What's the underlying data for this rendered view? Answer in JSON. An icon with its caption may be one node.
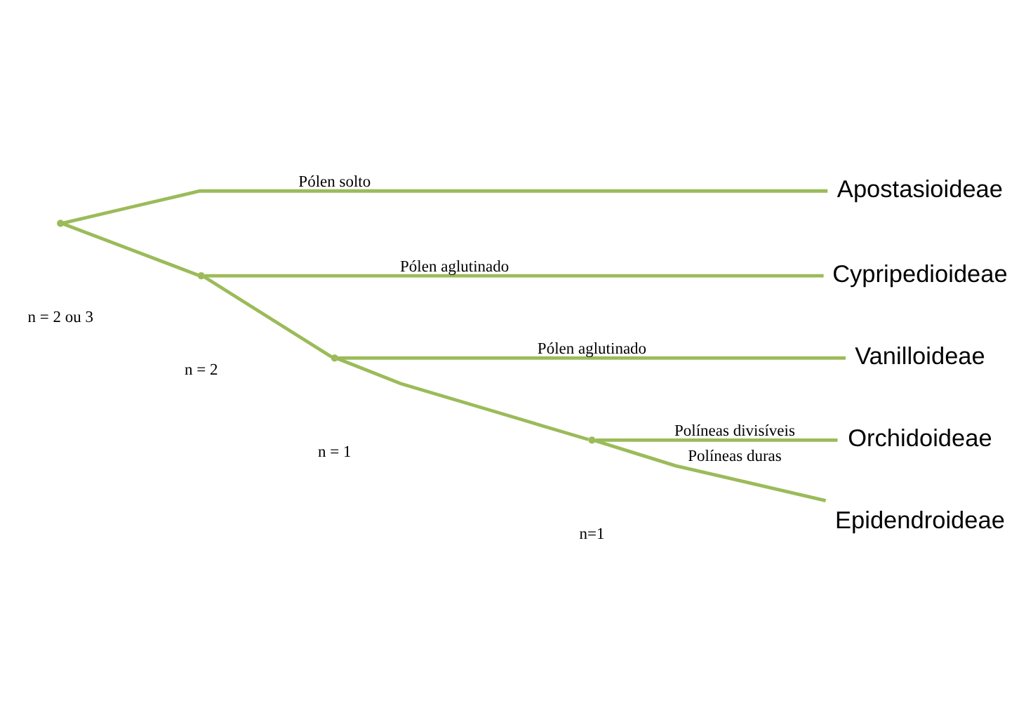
{
  "diagram": {
    "nodes": [
      {
        "text": [],
        "shape": "point"
      },
      {
        "text": [
          "Apostasioideae"
        ]
      },
      {
        "text": [],
        "shape": "point"
      },
      {
        "text": [
          "Cypripedioideae"
        ]
      },
      {
        "text": [],
        "shape": "point"
      },
      {
        "text": [
          "Vanilloideae"
        ]
      },
      {
        "text": [],
        "shape": "point"
      },
      {
        "text": [
          "Orchidoideae"
        ]
      },
      {
        "text": [
          "Epidendroideae"
        ]
      }
    ],
    "edges": [
      {
        "from": 0,
        "to": 1,
        "arrow": "none",
        "label": "Pólen solto"
      },
      {
        "from": 0,
        "to": 2,
        "arrow": "none"
      },
      {
        "from": 2,
        "to": 3,
        "arrow": "none",
        "label": "Pólen aglutinado"
      },
      {
        "from": 2,
        "to": 4,
        "arrow": "none"
      },
      {
        "from": 4,
        "to": 5,
        "arrow": "none",
        "label": "Pólen aglutinado"
      },
      {
        "from": 4,
        "to": 6,
        "arrow": "none"
      },
      {
        "from": 6,
        "to": 7,
        "arrow": "none",
        "label": "Políneas divisíveis"
      },
      {
        "from": 6,
        "to": 8,
        "arrow": "none",
        "label": "Políneas duras"
      }
    ],
    "labels": [
      "n = 2 ou 3",
      "n = 2",
      "n = 1",
      "n=1"
    ]
  }
}
